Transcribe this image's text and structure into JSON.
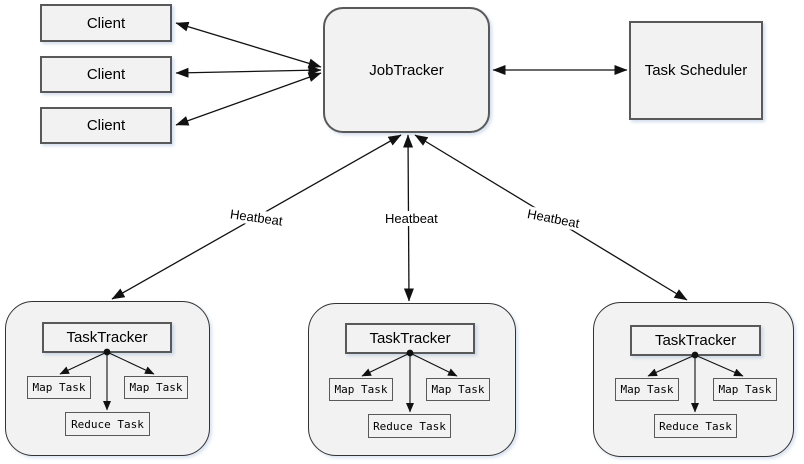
{
  "clients": [
    {
      "label": "Client"
    },
    {
      "label": "Client"
    },
    {
      "label": "Client"
    }
  ],
  "job_tracker": {
    "label": "JobTracker"
  },
  "task_scheduler": {
    "label": "Task Scheduler"
  },
  "heartbeats": [
    "Heatbeat",
    "Heatbeat",
    "Heatbeat"
  ],
  "groups": [
    {
      "tracker": "TaskTracker",
      "tasks": [
        "Map Task",
        "Map Task",
        "Reduce Task"
      ]
    },
    {
      "tracker": "TaskTracker",
      "tasks": [
        "Map Task",
        "Map Task",
        "Reduce Task"
      ]
    },
    {
      "tracker": "TaskTracker",
      "tasks": [
        "Map Task",
        "Map Task",
        "Reduce Task"
      ]
    }
  ],
  "colors": {
    "box_fill": "#f2f2f2",
    "box_border": "#595959",
    "container_border": "#333333",
    "line": "#111111"
  }
}
